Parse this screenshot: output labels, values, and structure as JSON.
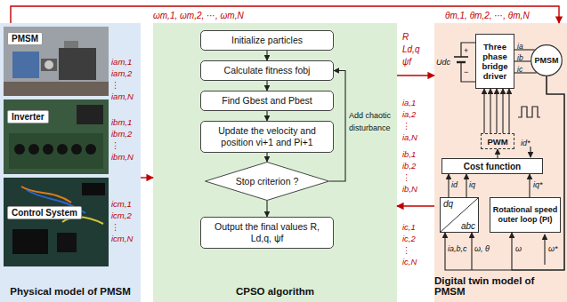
{
  "diagram": {
    "nodes": [
      {
        "text": [
          "Physical model of PMSM"
        ]
      },
      {
        "text": [
          "PMSM"
        ],
        "in": 0
      },
      {
        "text": [
          "Inverter"
        ],
        "in": 0
      },
      {
        "text": [
          "Control System"
        ],
        "in": 0
      },
      {
        "text": [
          "CPSO algorithm"
        ]
      },
      {
        "text": [
          "Initialize particles"
        ],
        "in": 4
      },
      {
        "text": [
          "Calculate fitness fobj"
        ],
        "in": 4
      },
      {
        "text": [
          "Find Gbest and Pbest"
        ],
        "in": 4
      },
      {
        "text": [
          "Update the velocity and position vi+1 and Pi+1"
        ],
        "in": 4
      },
      {
        "text": [
          "Stop criterion ?"
        ],
        "in": 4
      },
      {
        "text": [
          "Output the final values R, Ld,q, ψf"
        ],
        "in": 4
      },
      {
        "text": [
          "Digital twin model of PMSM"
        ]
      },
      {
        "text": [
          "Three phase bridge driver"
        ],
        "in": 11
      },
      {
        "text": [
          "PMSM"
        ],
        "in": 11
      },
      {
        "text": [
          "PWM"
        ],
        "in": 11
      },
      {
        "text": [
          "Cost function"
        ],
        "in": 11
      },
      {
        "text": [
          "dq",
          "abc"
        ],
        "in": 11
      },
      {
        "text": [
          "Rotational speed outer loop (PI)"
        ],
        "in": 11
      }
    ],
    "edges": [
      {
        "from": 0,
        "to": 11,
        "arrow": "to"
      },
      {
        "from": 0,
        "to": 4,
        "arrow": "to"
      },
      {
        "from": 4,
        "to": 11,
        "arrow": "to"
      },
      {
        "from": 11,
        "to": 4,
        "arrow": "to"
      },
      {
        "from": 5,
        "to": 6,
        "arrow": "to"
      },
      {
        "from": 6,
        "to": 7,
        "arrow": "to"
      },
      {
        "from": 7,
        "to": 8,
        "arrow": "to"
      },
      {
        "from": 8,
        "to": 9,
        "arrow": "to"
      },
      {
        "from": 9,
        "to": 10,
        "arrow": "to"
      },
      {
        "from": 9,
        "to": 6,
        "arrow": "to"
      },
      {
        "from": 12,
        "to": 13,
        "arrow": "none"
      },
      {
        "from": 14,
        "to": 12,
        "arrow": "to"
      },
      {
        "from": 15,
        "to": 14,
        "arrow": "to"
      },
      {
        "from": 16,
        "to": 15,
        "arrow": "to"
      },
      {
        "from": 17,
        "to": 15,
        "arrow": "to"
      },
      {
        "from": 13,
        "to": 16,
        "arrow": "to"
      },
      {
        "from": 13,
        "to": 17,
        "arrow": "to"
      }
    ],
    "labels": [
      "ωm,1, ωm,2, ⋯, ωm,N",
      "θm,1, θm,2, ⋯, θm,N",
      "iam,1",
      "iam,2",
      "⋮",
      "iam,N",
      "ibm,1",
      "ibm,2",
      "⋮",
      "ibm,N",
      "icm,1",
      "icm,2",
      "⋮",
      "icm,N",
      "R",
      "Ld,q",
      "ψf",
      "ia,1",
      "ia,2",
      "⋮",
      "ia,N",
      "ib,1",
      "ib,2",
      "⋮",
      "ib,N",
      "ic,1",
      "ic,2",
      "⋮",
      "ic,N",
      "Add chaotic disturbance",
      "Udc",
      "+",
      "−",
      "ia",
      "ib",
      "ic",
      "id*",
      "id",
      "iq",
      "iq*",
      "ia,b,c",
      "ω, θ",
      "ω",
      "ω*"
    ]
  }
}
